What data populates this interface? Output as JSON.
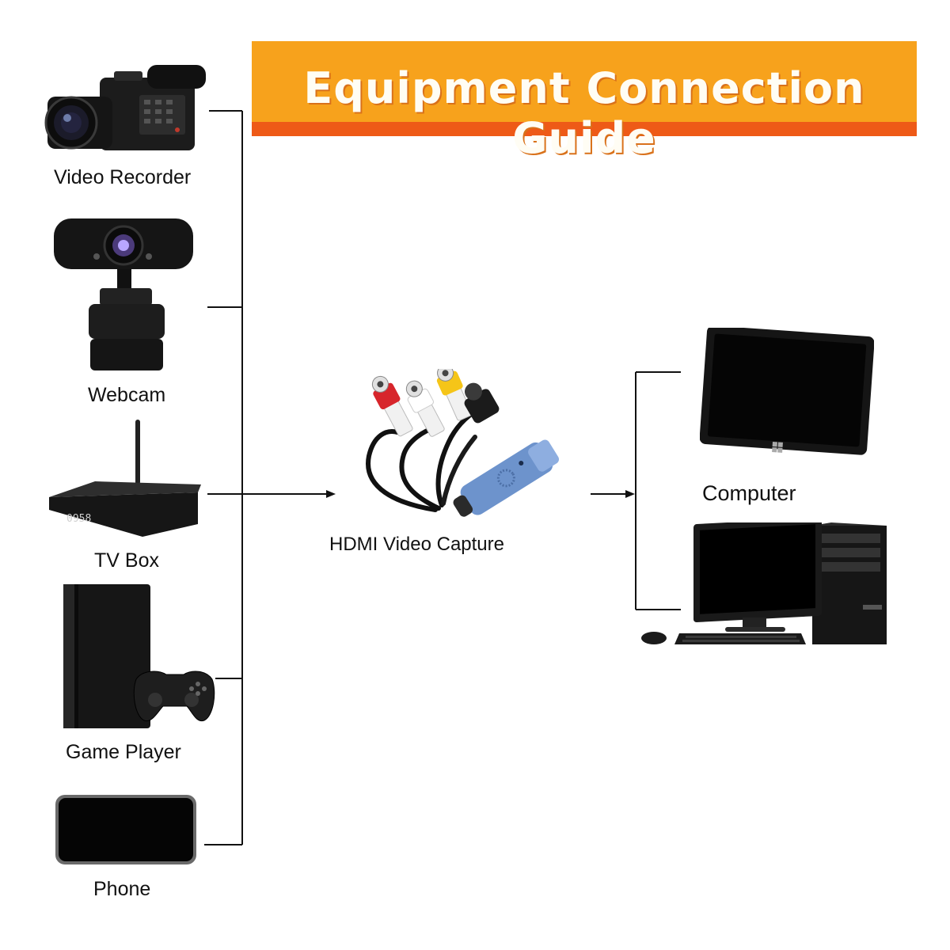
{
  "header": {
    "title": "Equipment Connection Guide"
  },
  "sources": {
    "video_recorder": "Video Recorder",
    "webcam": "Webcam",
    "tv_box": "TV Box",
    "tv_box_display": "0958",
    "game_player": "Game Player",
    "phone": "Phone"
  },
  "center": {
    "capture_label": "HDMI Video Capture"
  },
  "outputs": {
    "computer": "Computer"
  },
  "colors": {
    "banner": "#f7a21c",
    "banner_stripe": "#ee5a17",
    "connector_line": "#111111",
    "capture_dongle": "#6d93cc"
  },
  "icons": {
    "video_recorder": "video-camera-icon",
    "webcam": "webcam-icon",
    "tv_box": "tv-box-icon",
    "game_player": "game-console-icon",
    "phone": "smartphone-icon",
    "capture": "usb-video-capture-icon",
    "tablet": "tablet-computer-icon",
    "desktop": "desktop-computer-icon"
  }
}
